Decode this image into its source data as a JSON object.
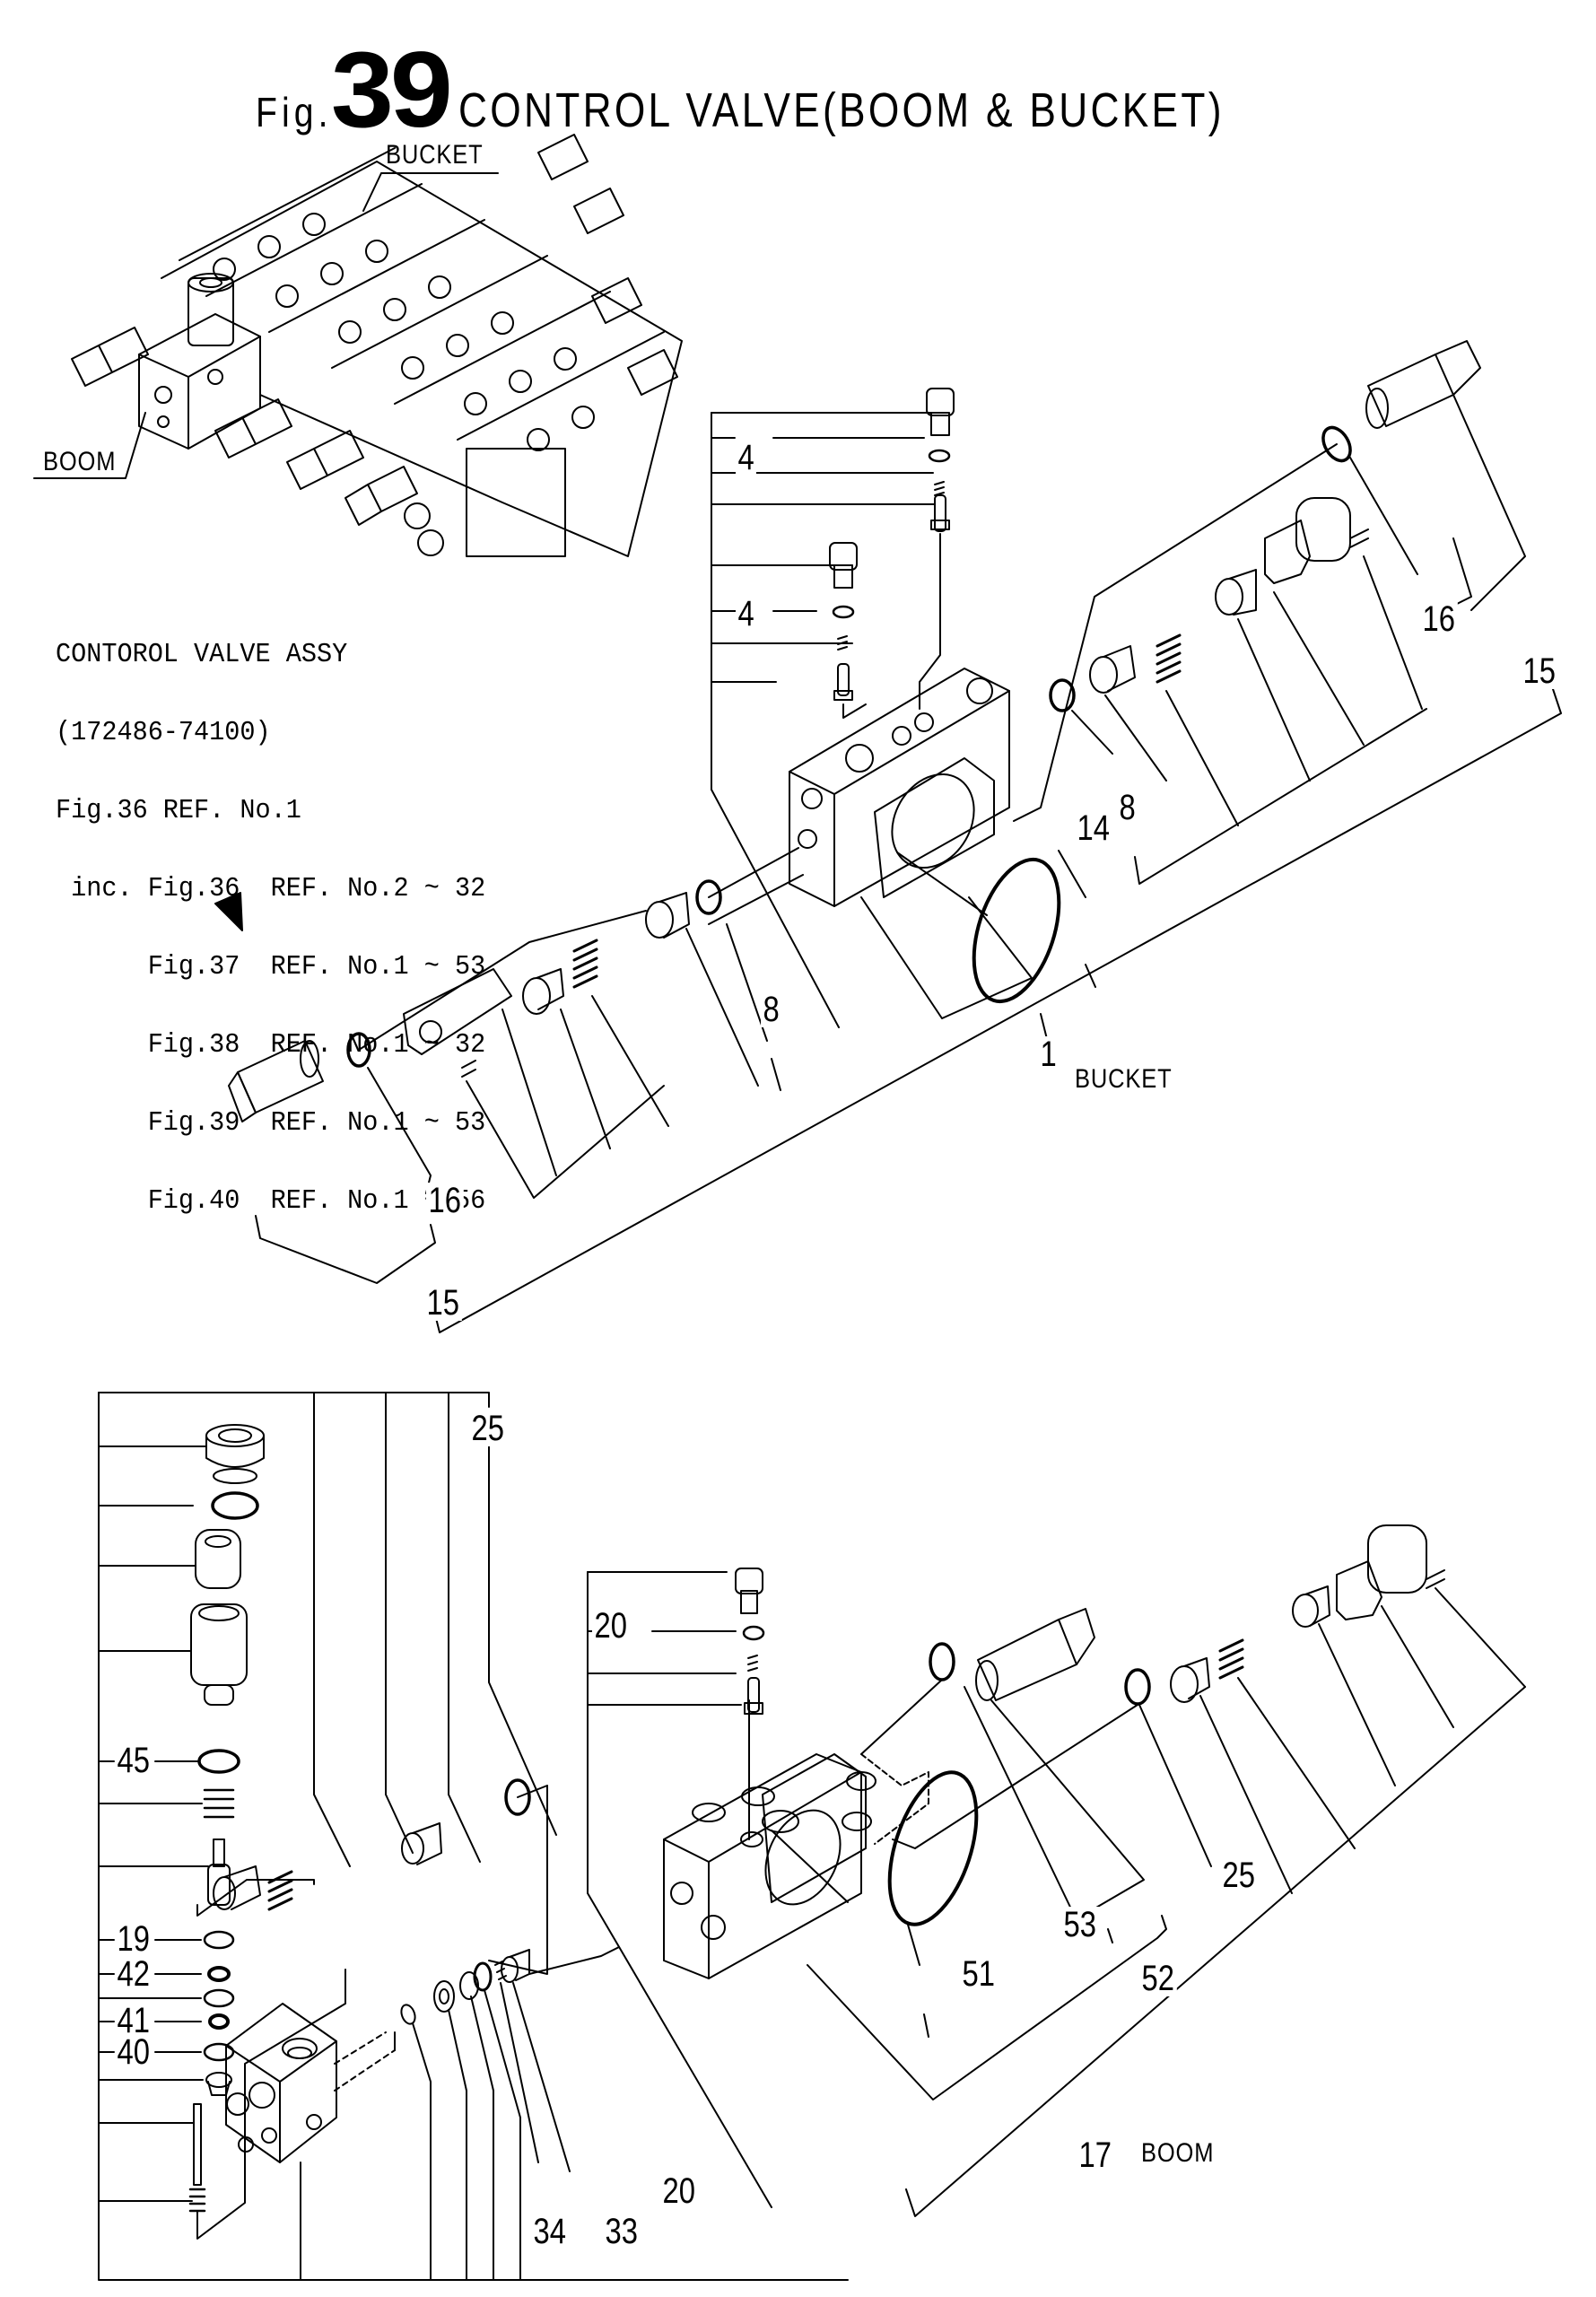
{
  "figure": {
    "prefix": "Fig.",
    "number": "39",
    "title": "CONTROL VALVE(BOOM & BUCKET)"
  },
  "overview": {
    "bucket_label": "BUCKET",
    "boom_label": "BOOM"
  },
  "assembly_note": {
    "lines": [
      "CONTOROL VALVE ASSY",
      "(172486-74100)",
      "Fig.36 REF. No.1",
      " inc. Fig.36  REF. No.2 ~ 32",
      "      Fig.37  REF. No.1 ~ 53",
      "      Fig.38  REF. No.1 ~ 32",
      "      Fig.39  REF. No.1 ~ 53",
      "      Fig.40  REF. No.1 ~ 56"
    ]
  },
  "bucket_section": {
    "section_name": "BUCKET",
    "callouts": {
      "upper_oring_a": "4",
      "upper_oring_b": "4",
      "right_oring": "16",
      "right_relief": "15",
      "right_seal": "8",
      "body_oring": "14",
      "body": "1",
      "left_seal": "8",
      "left_oring": "16",
      "left_relief": "15"
    }
  },
  "boom_section": {
    "section_name": "BOOM",
    "callouts": {
      "top_oring": "25",
      "plug_oring": "20",
      "left_oring": "45",
      "ring_19": "19",
      "ring_42": "42",
      "ring_41": "41",
      "ring_40": "40",
      "lower_34": "34",
      "lower_33": "33",
      "lower_20": "20",
      "big_oring": "51",
      "relief_53": "53",
      "relief_52": "52",
      "right_25": "25",
      "body": "17"
    }
  }
}
